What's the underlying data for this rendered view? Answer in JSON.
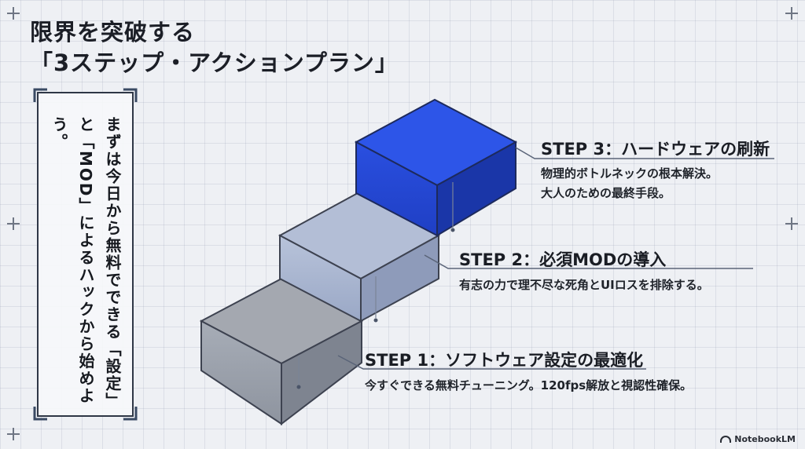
{
  "title": {
    "line1": "限界を突破する",
    "line2": "「3ステップ・アクションプラン」"
  },
  "side_note": {
    "text": "まずは今日から無料でできる「設定」と「MOD」によるハックから始めよう。"
  },
  "steps": [
    {
      "title": "STEP 1：ソフトウェア設定の最適化",
      "desc_lines": [
        "今すぐできる無料チューニング。120fps解放と視認性確保。"
      ],
      "color": "#9aa0aa"
    },
    {
      "title": "STEP 2：必須MODの導入",
      "desc_lines": [
        "有志の力で理不尽な死角とUIロスを排除する。"
      ],
      "color": "#a9b4cc"
    },
    {
      "title": "STEP 3：ハードウェアの刷新",
      "desc_lines": [
        "物理的ボトルネックの根本解決。",
        "大人のための最終手段。"
      ],
      "color": "#2244cc"
    }
  ],
  "brand": {
    "label": "NotebookLM"
  }
}
